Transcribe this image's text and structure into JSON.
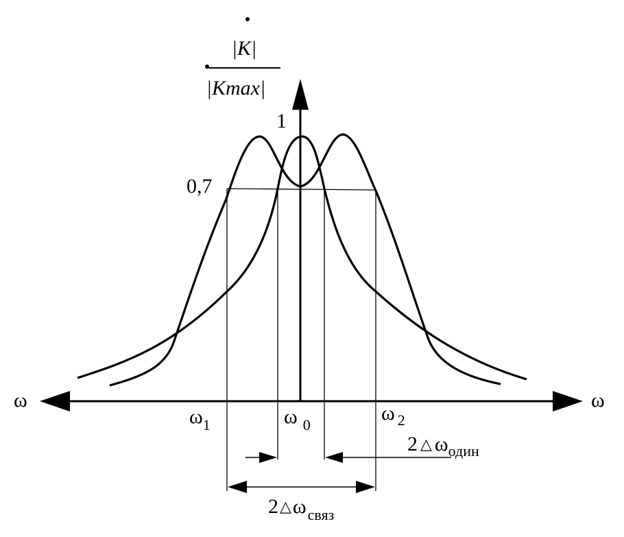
{
  "y_axis": {
    "numerator": "|K|",
    "denominator": "|Kmax|",
    "tick_one": "1",
    "tick_level": "0,7"
  },
  "x_axis": {
    "left_label": "ω",
    "right_label": "ω"
  },
  "markers": {
    "w1": {
      "base": "ω",
      "sub": "1"
    },
    "w0": {
      "base": "ω",
      "sub": "0"
    },
    "w2": {
      "base": "ω",
      "sub": "2"
    }
  },
  "bandwidths": {
    "single": {
      "prefix": "2",
      "delta": "△",
      "omega": "ω",
      "sub": "один"
    },
    "coupled": {
      "prefix": "2",
      "delta": "△",
      "omega": "ω",
      "sub": "связ"
    }
  },
  "colors": {
    "ink": "#000000",
    "background": "#ffffff"
  }
}
